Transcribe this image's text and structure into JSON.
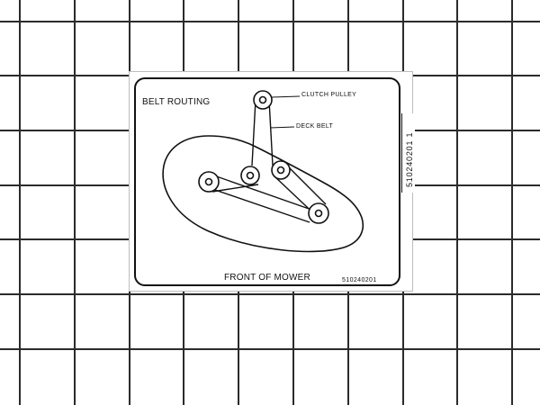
{
  "decal": {
    "title": "BELT ROUTING",
    "clutch_pulley_label": "CLUTCH PULLEY",
    "deck_belt_label": "DECK BELT",
    "front_label": "FRONT OF MOWER",
    "part_number_footer": "510240201",
    "side_code": "510240201  1"
  },
  "colors": {
    "grid_line": "#2b2b2b",
    "background": "#ffffff",
    "ink": "#111111"
  }
}
